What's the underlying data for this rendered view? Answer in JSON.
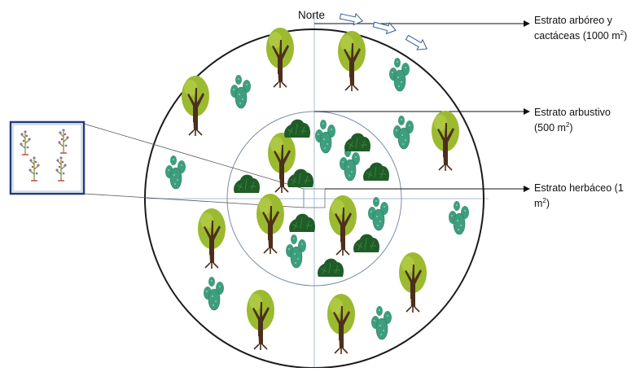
{
  "north_label": "Norte",
  "strata": [
    {
      "line1": "Estrato arbóreo y",
      "line2": "cactáceas (1000 m",
      "sup": "2",
      "suffix": ")"
    },
    {
      "line1": "Estrato arbustivo",
      "line2": "(500 m",
      "sup": "2",
      "suffix": ")"
    },
    {
      "line1": "Estrato herbáceo (1",
      "line2": "m",
      "sup": "2",
      "suffix": ")"
    }
  ],
  "colors": {
    "outer_circle": "#1a1a1a",
    "inner_circle": "#7a8fa6",
    "axis_line": "#a9bccf",
    "tree_crown": "#9bba2f",
    "tree_crown_light": "#b5cf4a",
    "trunk": "#4d2f1c",
    "cactus": "#3e9e7e",
    "shrub": "#1f5c28",
    "inset_border": "#1d3f7a",
    "arrow_outline": "#2e5c99"
  },
  "icons": [
    "tree-icon",
    "cactus-icon",
    "shrub-icon",
    "herb-plant-icon",
    "north-arrow-icon"
  ]
}
